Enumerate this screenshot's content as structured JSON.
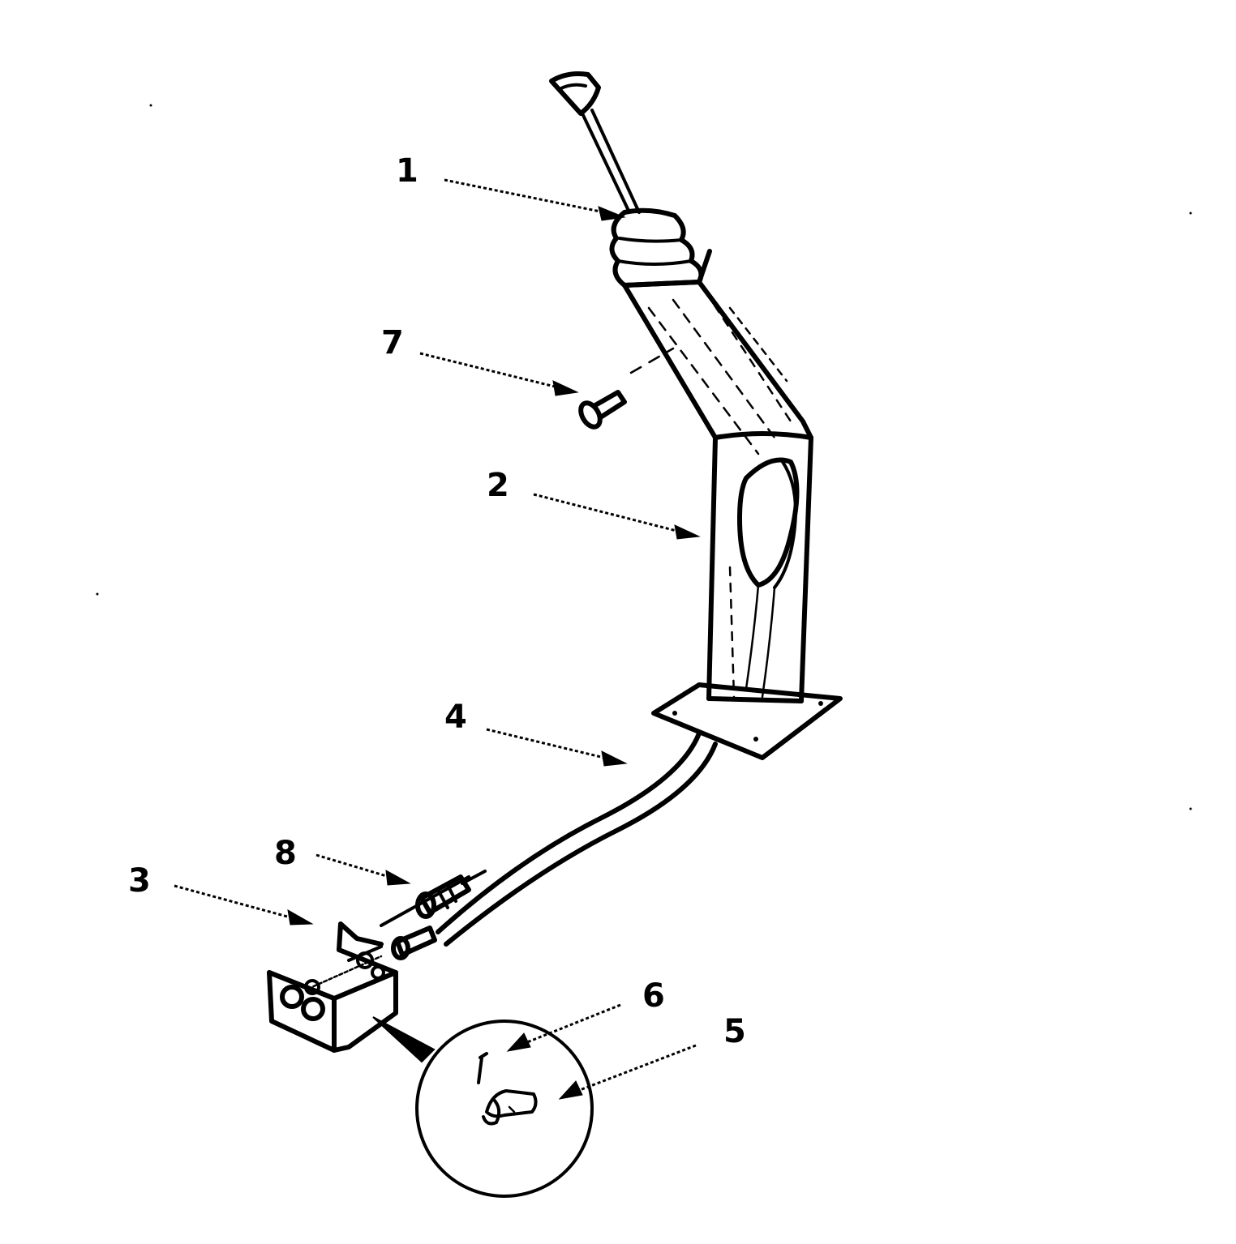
{
  "callouts": [
    {
      "id": "1",
      "label": "1"
    },
    {
      "id": "2",
      "label": "2"
    },
    {
      "id": "3",
      "label": "3"
    },
    {
      "id": "4",
      "label": "4"
    },
    {
      "id": "5",
      "label": "5"
    },
    {
      "id": "6",
      "label": "6"
    },
    {
      "id": "7",
      "label": "7"
    },
    {
      "id": "8",
      "label": "8"
    }
  ],
  "colors": {
    "ink": "#000000",
    "background": "#ffffff"
  }
}
